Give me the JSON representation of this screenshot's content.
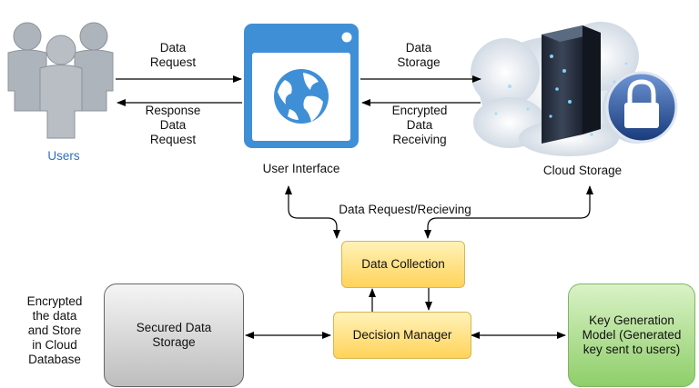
{
  "nodes": {
    "users": "Users",
    "user_interface": "User Interface",
    "cloud_storage": "Cloud Storage",
    "data_collection": "Data Collection",
    "decision_manager": "Decision Manager",
    "secured_storage": "Secured Data\nStorage",
    "key_generation": "Key Generation\nModel (Generated\nkey sent to users)"
  },
  "edges": {
    "data_request": "Data\nRequest",
    "response": "Response\nData\nRequest",
    "data_storage": "Data\nStorage",
    "encrypted_receiving": "Encrypted\nData\nReceiving",
    "request_receiving": "Data Request/Recieving"
  },
  "annotations": {
    "encrypted_store": "Encrypted\nthe data\nand Store\nin Cloud\nDatabase"
  },
  "colors": {
    "users_label": "#2f6fbf",
    "ui_blue": "#3f8fd6",
    "cylinder": "#2b3547"
  }
}
